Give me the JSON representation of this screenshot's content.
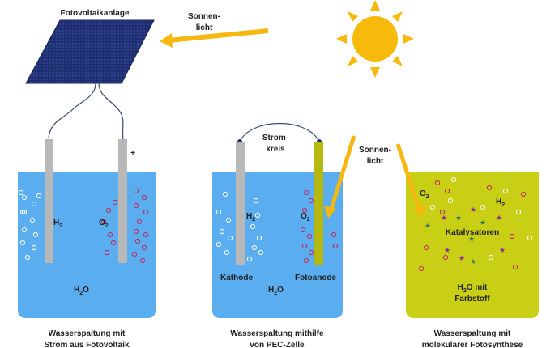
{
  "labels": {
    "pv_title": "Fotovoltaikanlage",
    "sunlight_top_1": "Sonnen-",
    "sunlight_top_2": "licht",
    "minus": "-",
    "plus": "+",
    "strom_1": "Strom-",
    "strom_2": "kreis",
    "sunlight_mid_1": "Sonnen-",
    "sunlight_mid_2": "licht"
  },
  "beaker1": {
    "h2": "H",
    "h2_sub": "2",
    "o2": "O",
    "o2_sub": "2",
    "water": "H",
    "water_sub": "2",
    "water_end": "O"
  },
  "beaker2": {
    "h2": "H",
    "h2_sub": "2",
    "o2": "O",
    "o2_sub": "2",
    "cathode": "Kathode",
    "photoanode": "Fotoanode",
    "water": "H",
    "water_sub": "2",
    "water_end": "O"
  },
  "beaker3": {
    "o2": "O",
    "o2_sub": "2",
    "h2": "H",
    "h2_sub": "2",
    "catalysts": "Katalysatoren",
    "water_1": "H",
    "water_1_sub": "2",
    "water_1_end": "O mit",
    "water_2": "Farbstoff"
  },
  "captions": [
    {
      "line1": "Wasserspaltung mit",
      "line2": "Strom aus Fotovoltaik"
    },
    {
      "line1": "Wasserspaltung mithilfe",
      "line2": "von PEC-Zelle"
    },
    {
      "line1": "Wasserspaltung mit",
      "line2": "molekularer Fotosynthese"
    }
  ],
  "colors": {
    "water": "#5aaef0",
    "dye": "#c8cf14",
    "sun": "#f7b90b",
    "arrow": "#f5b710",
    "panel": "#1b2b6b",
    "electrode": "#b8b8b8",
    "photoanode": "#b5b80f",
    "h2_bubble": "#ffffff",
    "o2_bubble": "#c0285a",
    "wire": "#3a4a6a"
  }
}
